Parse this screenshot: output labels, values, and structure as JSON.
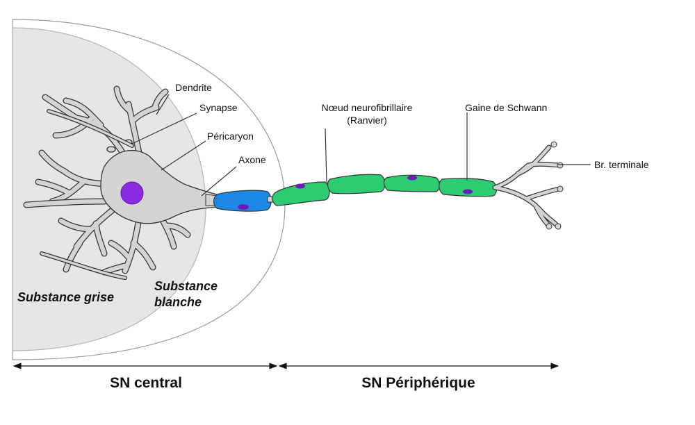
{
  "labels": {
    "dendrite": "Dendrite",
    "synapse": "Synapse",
    "pericaryon": "Péricaryon",
    "axone": "Axone",
    "noeud_line1": "Nœud neurofibrillaire",
    "noeud_line2": "(Ranvier)",
    "gaine": "Gaine de Schwann",
    "branche": "Br. terminale"
  },
  "regions": {
    "grise": "Substance grise",
    "blanche_line1": "Substance",
    "blanche_line2": "blanche"
  },
  "scale": {
    "central": "SN central",
    "peripherique": "SN Périphérique"
  },
  "colors": {
    "white_matter": "#ffffff",
    "grey_matter": "#e6e6e6",
    "neuron_fill": "#d4d4d4",
    "nucleus": "#8a2be2",
    "myelin_central": "#1e88e5",
    "myelin_peripheral": "#2ecc71",
    "schwann_nucleus": "#6a1bb8",
    "outline": "#333333"
  }
}
